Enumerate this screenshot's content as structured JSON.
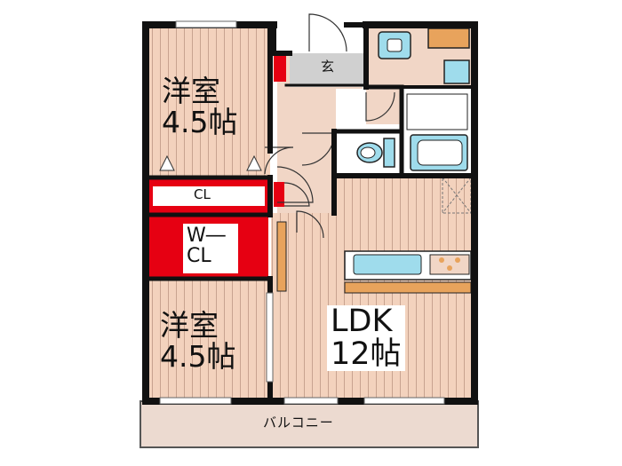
{
  "rooms": {
    "western_room_top": {
      "line1": "洋室",
      "line2": "4.5帖"
    },
    "western_room_bottom": {
      "line1": "洋室",
      "line2": "4.5帖"
    },
    "ldk": {
      "line1": "LDK",
      "line2": "12帖"
    },
    "closet": {
      "label": "CL"
    },
    "walk_in_closet": {
      "line1": "W―",
      "line2": "CL"
    },
    "entrance": {
      "label": "玄"
    },
    "balcony": {
      "label": "バルコニー"
    }
  },
  "colors": {
    "wall": "#111111",
    "floor_wood": "#f3d2bd",
    "floor_stripe": "#c8a390",
    "floor_tile": "#f1d6c6",
    "closet_red": "#e60012",
    "entrance_gray": "#d0d0d0",
    "wet_area_white": "#ffffff",
    "fixture_blue": "#9fdcec",
    "shelf_orange": "#e8a35c",
    "balcony": "#ecdad0"
  }
}
